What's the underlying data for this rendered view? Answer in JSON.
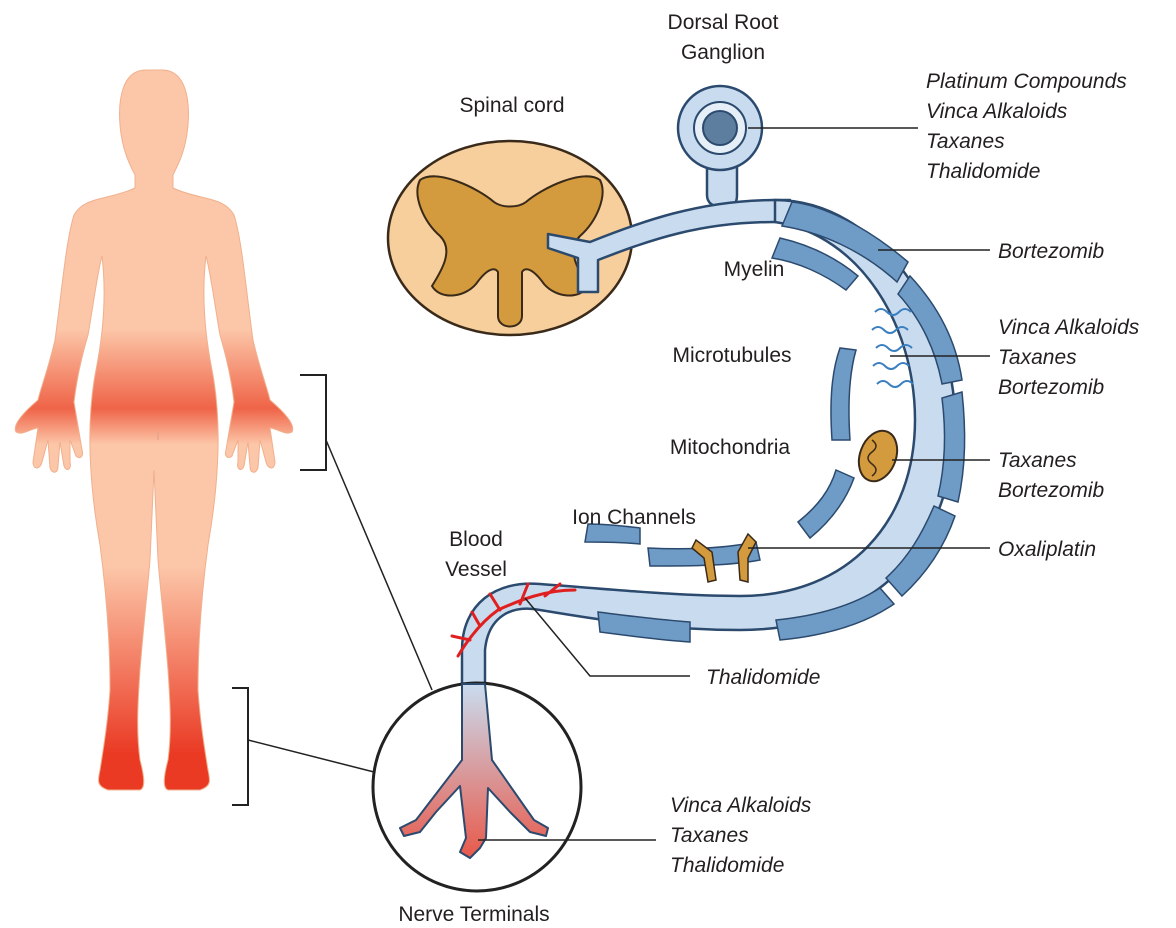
{
  "labels": {
    "drg_line1": "Dorsal Root",
    "drg_line2": "Ganglion",
    "spinal_cord": "Spinal cord",
    "myelin": "Myelin",
    "microtubules": "Microtubules",
    "mitochondria": "Mitochondria",
    "ion_channels": "Ion Channels",
    "blood_line1": "Blood",
    "blood_line2": "Vessel",
    "nerve_terminals": "Nerve Terminals"
  },
  "drugs": {
    "ganglion": [
      "Platinum Compounds",
      "Vinca Alkaloids",
      "Taxanes",
      "Thalidomide"
    ],
    "myelin": [
      "Bortezomib"
    ],
    "microtubules": [
      "Vinca Alkaloids",
      "Taxanes",
      "Bortezomib"
    ],
    "mitochondria": [
      "Taxanes",
      "Bortezomib"
    ],
    "ion_channels": [
      "Oxaliplatin"
    ],
    "blood_vessel": [
      "Thalidomide"
    ],
    "nerve_terminals": [
      "Vinca Alkaloids",
      "Taxanes",
      "Thalidomide"
    ]
  },
  "colors": {
    "skin": "#fcc6a8",
    "extremity_red": "#ec4b35",
    "nerve_fill": "#c9dcef",
    "myelin_sheath": "#6f9bc7",
    "outline": "#2b4a6e",
    "spinal_fill": "#f6cf9c",
    "grey_matter": "#d39a3e",
    "vessel_red": "#e02020"
  }
}
